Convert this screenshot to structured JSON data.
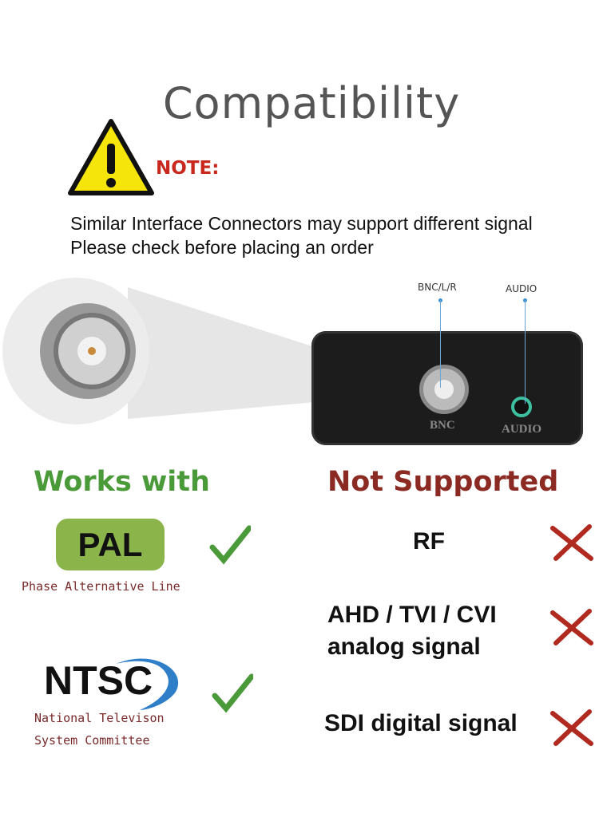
{
  "title": "Compatibility",
  "note": {
    "label": "NOTE:",
    "lines": [
      "Similar Interface Connectors may support different signal",
      "Please check before placing an order"
    ]
  },
  "callouts": {
    "bnc": "BNC/L/R",
    "audio": "AUDIO"
  },
  "device": {
    "bnc": "BNC",
    "audio": "AUDIO",
    "jack_color": "#3cc0a0"
  },
  "works_with": {
    "heading": "Works with",
    "color": "#4a9a3a",
    "pal": {
      "label": "PAL",
      "desc": "Phase Alternative Line"
    },
    "ntsc": {
      "label": "NTSC",
      "desc_lines": [
        "National Televison",
        "System Committee"
      ]
    }
  },
  "not_supported": {
    "heading": "Not Supported",
    "color": "#8b2a22",
    "items": [
      "RF",
      "AHD / TVI / CVI",
      "analog signal",
      "SDI digital signal"
    ]
  }
}
